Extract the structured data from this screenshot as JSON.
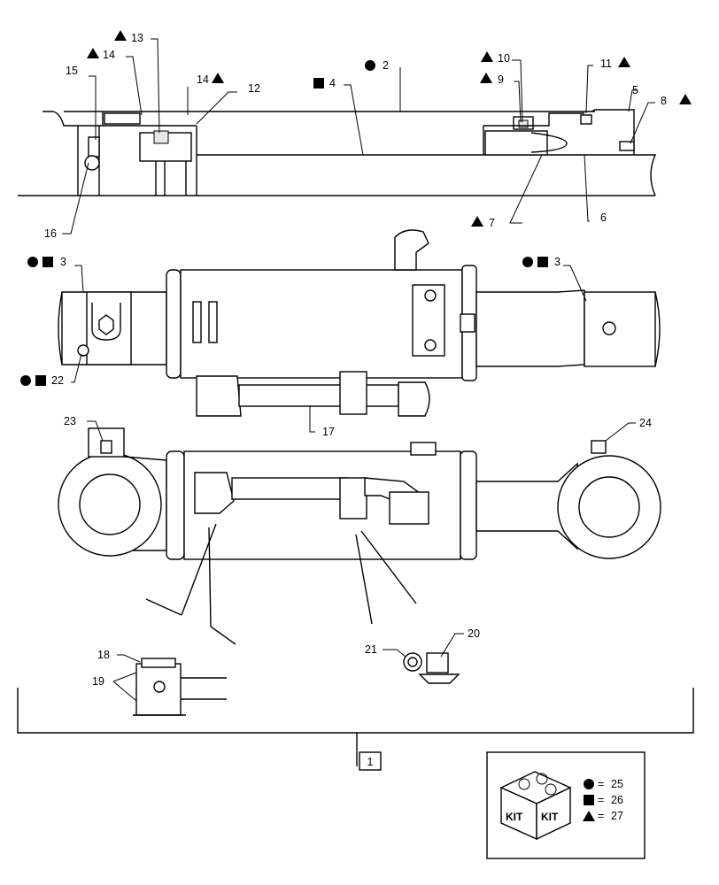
{
  "callouts": {
    "c1": "1",
    "c2": "2",
    "c3a": "3",
    "c3b": "3",
    "c4": "4",
    "c5": "5",
    "c6": "6",
    "c7": "7",
    "c8": "8",
    "c9": "9",
    "c10": "10",
    "c11": "11",
    "c12": "12",
    "c13": "13",
    "c14a": "14",
    "c14b": "14",
    "c15": "15",
    "c16": "16",
    "c17": "17",
    "c18": "18",
    "c19": "19",
    "c20": "20",
    "c21": "21",
    "c22": "22",
    "c23": "23",
    "c24": "24"
  },
  "legend": {
    "kit_label": "KIT",
    "equals": "=",
    "items": [
      {
        "symbol": "circle",
        "ref": "25"
      },
      {
        "symbol": "square",
        "ref": "26"
      },
      {
        "symbol": "triangle",
        "ref": "27"
      }
    ]
  },
  "colors": {
    "line": "#000000",
    "background": "#ffffff"
  }
}
